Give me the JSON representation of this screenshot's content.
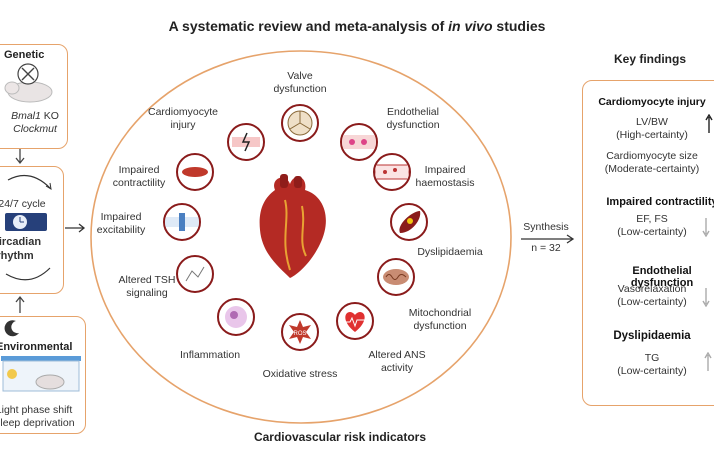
{
  "title_prefix": "A systematic review and meta-analysis of ",
  "title_italic": "in vivo",
  "title_suffix": " studies",
  "subtitle": "Cardiovascular risk indicators",
  "left": {
    "genetic_title": "Genetic",
    "genetic_line1": "Bmal1",
    "genetic_line1b": " KO",
    "genetic_line2": "Clockmut",
    "cycle": "24/7 cycle",
    "circadian1": "Circadian",
    "circadian2": "rhythm",
    "env_title": "Environmental",
    "env_line1": "Light phase shift",
    "env_line2": "Sleep deprivation"
  },
  "indicators": {
    "valve": "Valve dysfunction",
    "cardiomyocyte": "Cardiomyocyte injury",
    "endothelial": "Endothelial dysfunction",
    "contractility": "Impaired contractility",
    "haemostasis": "Impaired haemostasis",
    "excitability": "Impaired excitability",
    "dyslipidaemia": "Dyslipidaemia",
    "tsh": "Altered TSH signaling",
    "mito": "Mitochondrial dysfunction",
    "inflammation": "Inflammation",
    "ans": "Altered ANS activity",
    "oxidative": "Oxidative stress",
    "ros": "ROS"
  },
  "synthesis": {
    "label": "Synthesis",
    "n": "n = 32"
  },
  "key_findings": {
    "title": "Key findings",
    "sections": [
      {
        "heading": "Cardiomyocyte injury",
        "items": [
          {
            "l1": "LV/BW",
            "l2": "(High-certainty)",
            "dir": "up"
          },
          {
            "l1": "Cardiomyocyte size",
            "l2": "(Moderate-certainty)",
            "dir": "none"
          }
        ]
      },
      {
        "heading": "Impaired contractility",
        "items": [
          {
            "l1": "EF, FS",
            "l2": "(Low-certainty)",
            "dir": "down"
          }
        ]
      },
      {
        "heading": "Endothelial dysfunction",
        "items": [
          {
            "l1": "Vasorelaxation",
            "l2": "(Low-certainty)",
            "dir": "down"
          }
        ]
      },
      {
        "heading": "Dyslipidaemia",
        "items": [
          {
            "l1": "TG",
            "l2": "(Low-certainty)",
            "dir": "up"
          }
        ]
      }
    ]
  },
  "colors": {
    "box_border": "#e6a36b",
    "circle_border": "#8a1b1b",
    "heart": "#b42a24"
  }
}
